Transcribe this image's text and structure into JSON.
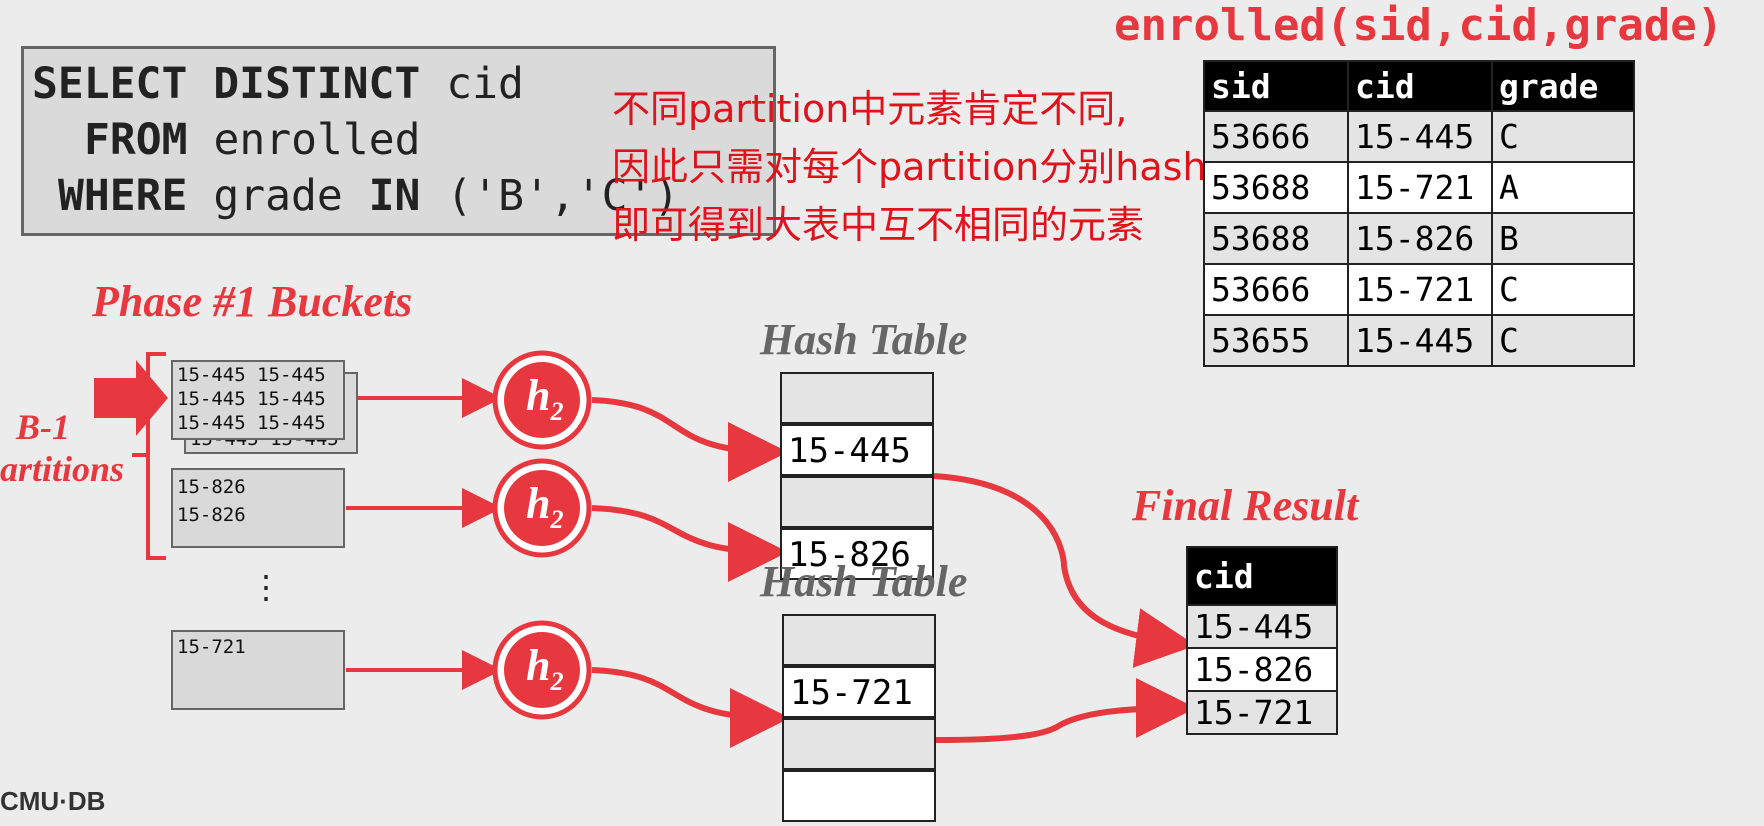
{
  "sql": {
    "line1": {
      "kw": "SELECT DISTINCT",
      "rest": " cid"
    },
    "line2": {
      "kw": "FROM",
      "rest": " enrolled"
    },
    "line3": {
      "kw": "WHERE",
      "mid": " grade ",
      "kw2": "IN",
      "rest": " ('B','C')"
    }
  },
  "annotation": [
    "不同partition中元素肯定不同,",
    "因此只需对每个partition分别hash",
    "即可得到大表中互不相同的元素"
  ],
  "enrolled": {
    "title": "enrolled(sid,cid,grade)",
    "columns": [
      "sid",
      "cid",
      "grade"
    ],
    "rows": [
      [
        "53666",
        "15-445",
        "C"
      ],
      [
        "53688",
        "15-721",
        "A"
      ],
      [
        "53688",
        "15-826",
        "B"
      ],
      [
        "53666",
        "15-721",
        "C"
      ],
      [
        "53655",
        "15-445",
        "C"
      ]
    ]
  },
  "phase1_title": "Phase #1 Buckets",
  "partitions_label": [
    "B-1",
    "artitions"
  ],
  "buckets": [
    {
      "lines": [
        "15-445 15-445",
        "15-445 15-445",
        "15-445 15-445"
      ],
      "behind": "15-445 15-445"
    },
    {
      "lines": [
        "15-826",
        "15-826"
      ]
    },
    {
      "lines": [
        "15-721"
      ]
    }
  ],
  "ellipsis": "⋮",
  "hash_fn": {
    "base": "h",
    "sub": "2"
  },
  "hash_table_title": "Hash Table",
  "hash_table_1": [
    "",
    "15-445",
    "",
    "15-826"
  ],
  "hash_table_2": [
    "",
    "15-721",
    "",
    ""
  ],
  "final_result": {
    "title": "Final Result",
    "column": "cid",
    "rows": [
      "15-445",
      "15-826",
      "15-721"
    ]
  },
  "footer_logo": "CMU·DB",
  "colors": {
    "accent": "#e8383f",
    "note": "#e0121b",
    "header": "#000000"
  }
}
